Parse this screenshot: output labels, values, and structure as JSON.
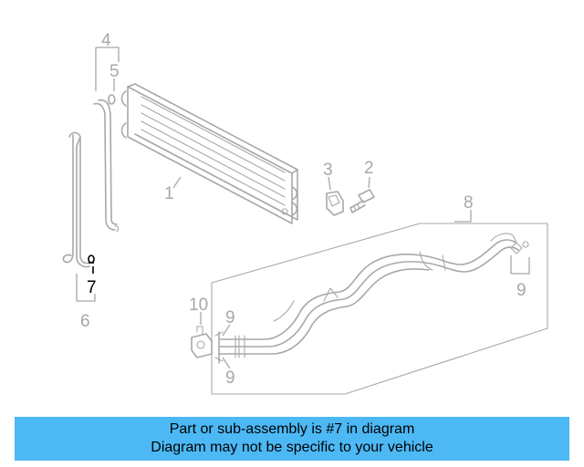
{
  "callouts": {
    "c1": "1",
    "c2": "2",
    "c3": "3",
    "c4": "4",
    "c5": "5",
    "c6": "6",
    "c7": "7",
    "c8": "8",
    "c9a": "9",
    "c9b": "9",
    "c9c": "9",
    "c10": "10"
  },
  "highlighted_part": "7",
  "colors": {
    "line_art": "#a8a8a8",
    "highlight": "#000000",
    "banner_bg": "#4cb9f5"
  },
  "banner": {
    "line1": "Part or sub-assembly is #7 in diagram",
    "line2": "Diagram may not be specific to your vehicle"
  }
}
